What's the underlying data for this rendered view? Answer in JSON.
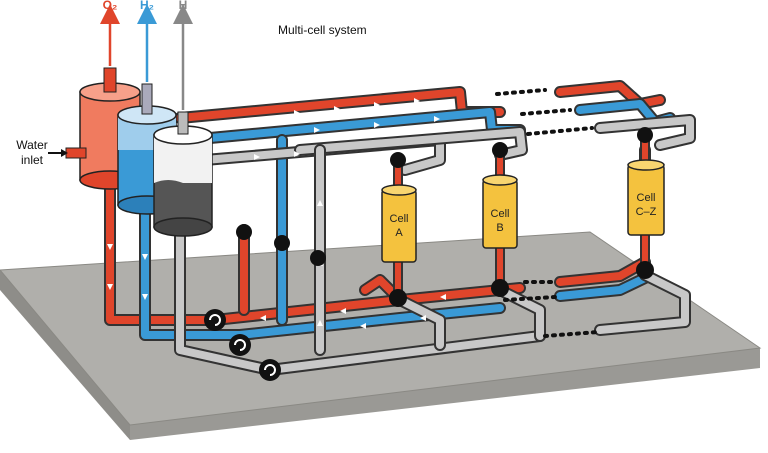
{
  "title": "Multi-cell system",
  "water_inlet": {
    "line1": "Water",
    "line2": "inlet"
  },
  "outputs": {
    "o2": {
      "label": "O₂",
      "color": "#e0452b"
    },
    "h2": {
      "label": "H₂",
      "color": "#3a9ad6"
    },
    "h": {
      "label": "H",
      "color": "#888888"
    }
  },
  "cells": [
    {
      "line1": "Cell",
      "line2": "A"
    },
    {
      "line1": "Cell",
      "line2": "B"
    },
    {
      "line1": "Cell",
      "line2": "C–Z"
    }
  ],
  "colors": {
    "oxygen_pipe": "#e0452b",
    "hydrogen_pipe": "#3a9ad6",
    "return_pipe": "#c8c8c8",
    "cell_fill": "#f4c23e",
    "slab": "#a8a8a8"
  }
}
